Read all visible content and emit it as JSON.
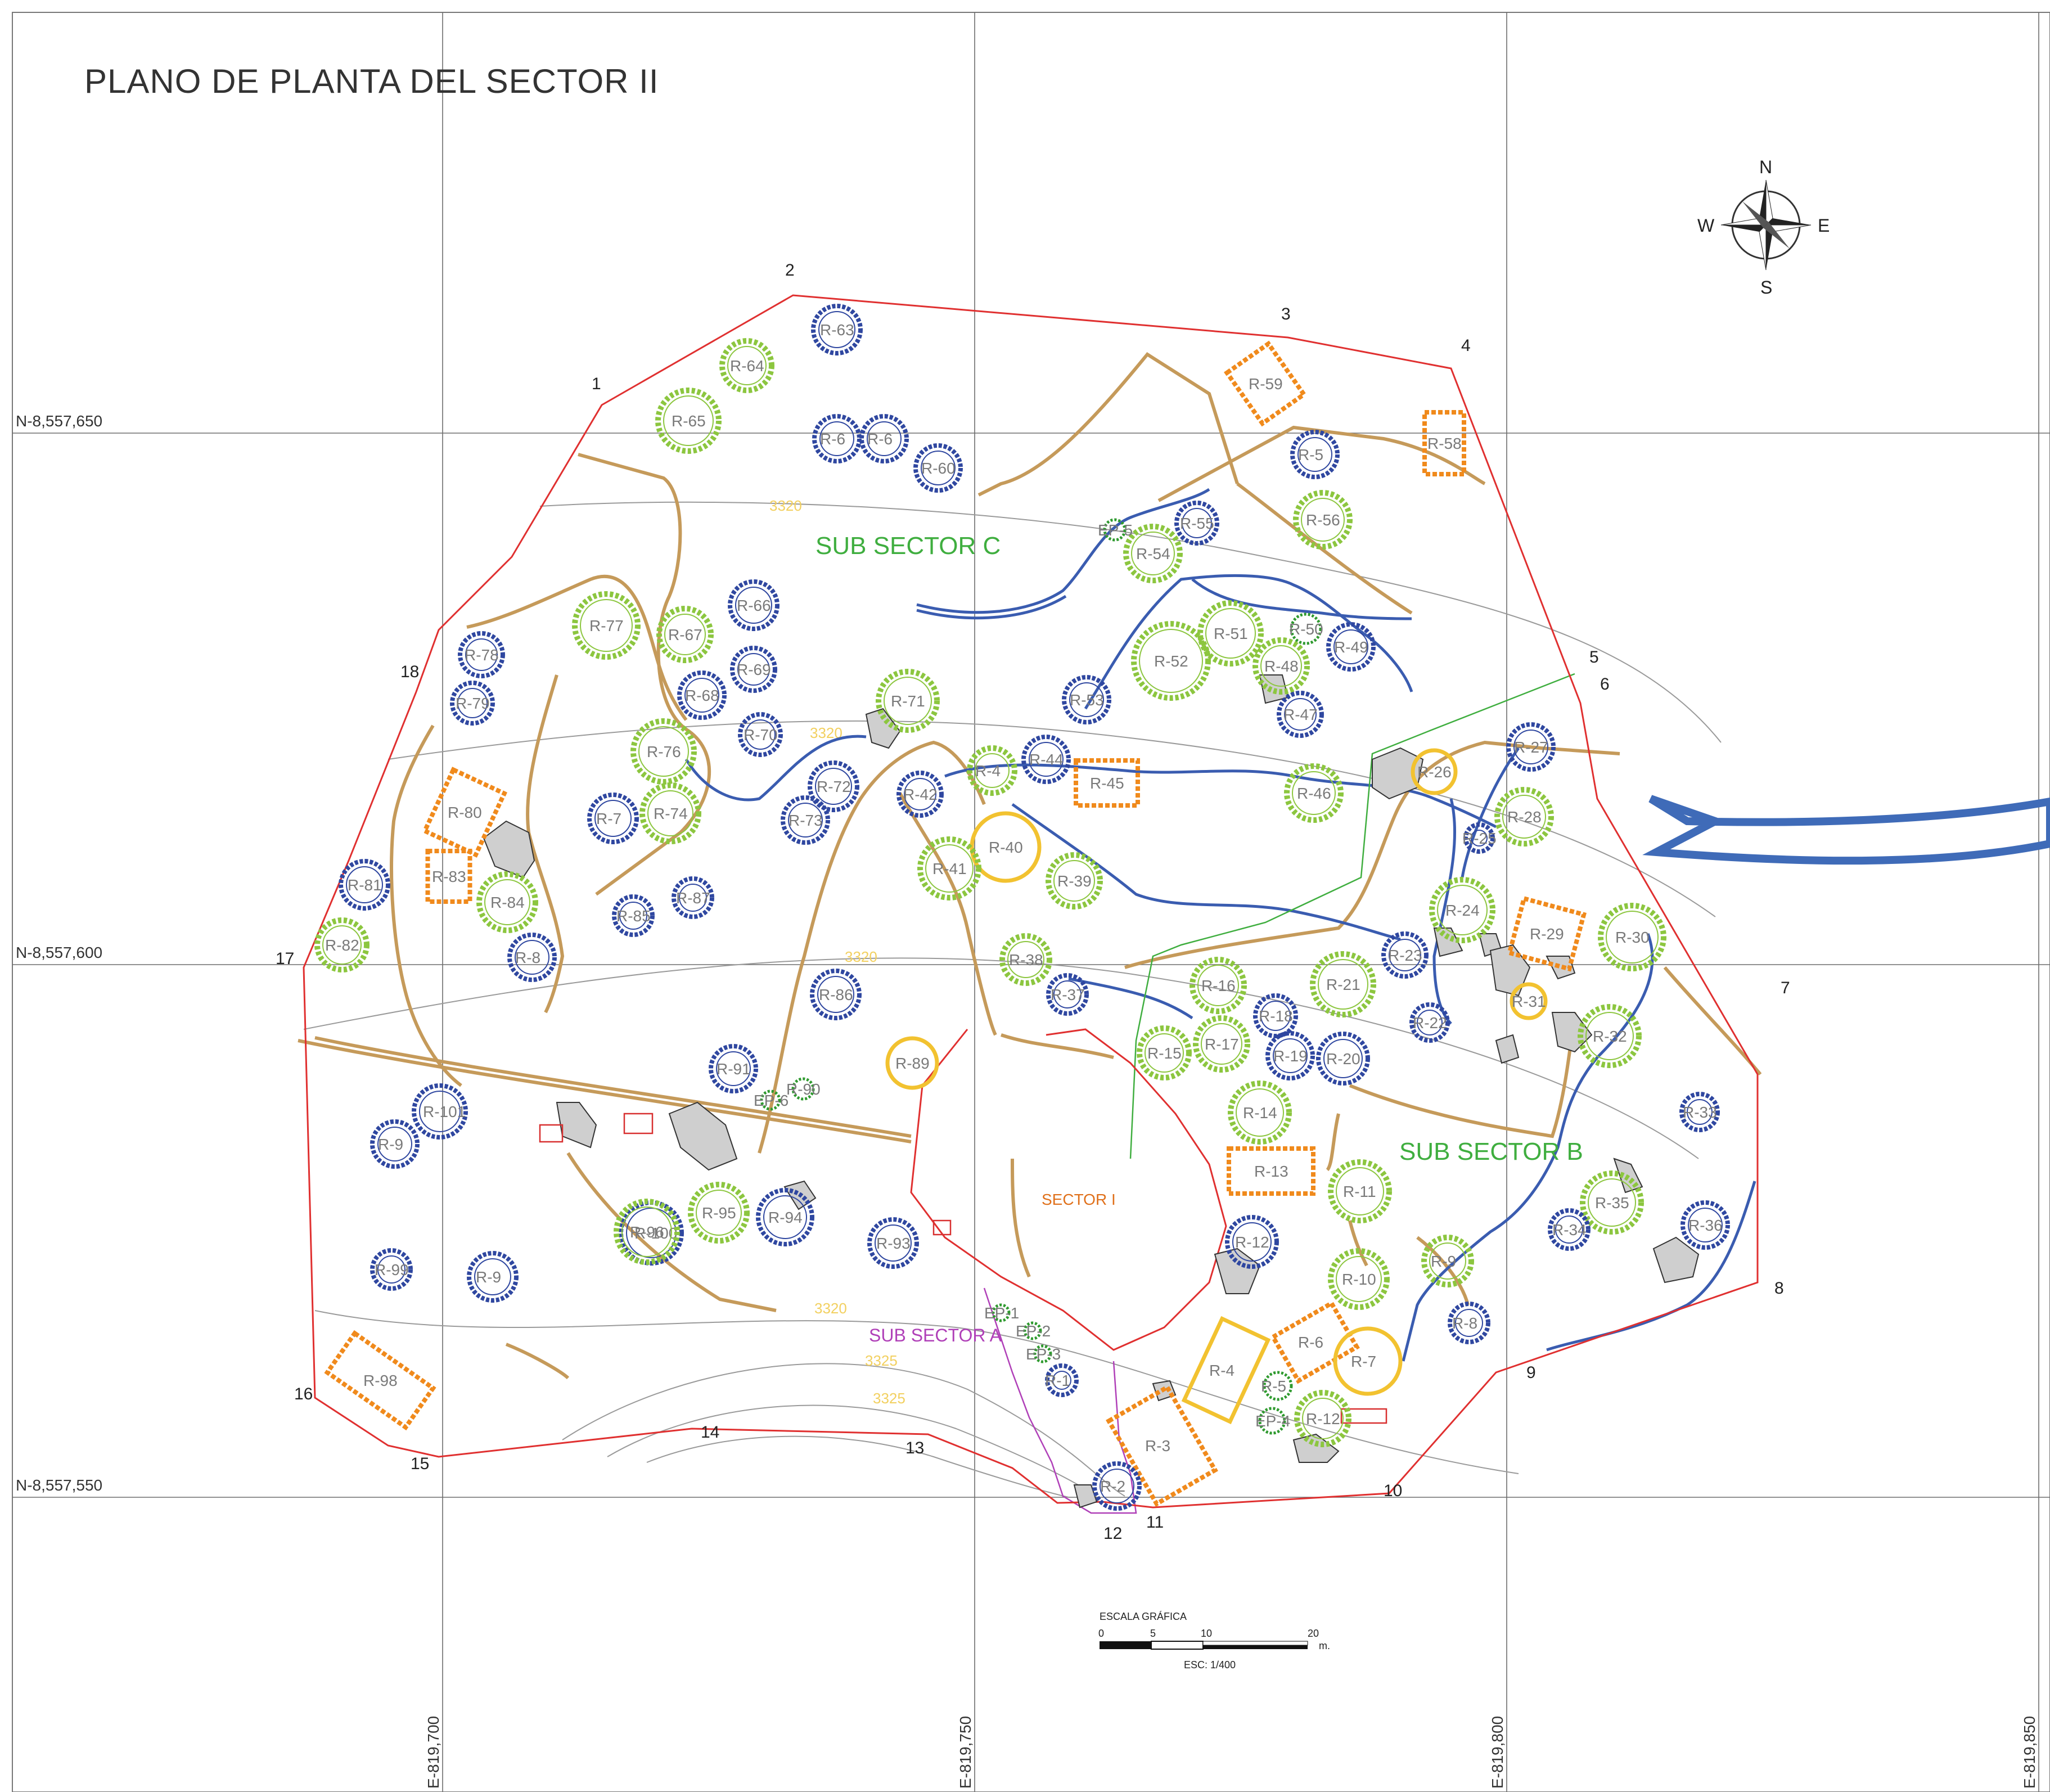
{
  "title": "PLANO DE PLANTA DEL SECTOR II",
  "colors": {
    "boundary": "#e03030",
    "recinto_green": "#8cc63f",
    "recinto_blue": "#2f47a0",
    "recinto_orange": "#f08a1c",
    "recinto_yellow": "#f2c230",
    "subsector_green": "#3fae3f",
    "subsector_magenta": "#b040b8",
    "sector_orange": "#e0701a",
    "canal": "#3a5cb0",
    "walls": "#c59a5a"
  },
  "grid_labels": {
    "north": [
      "N-8,557,650",
      "N-8,557,600",
      "N-8,557,550"
    ],
    "east": [
      "E-819,700",
      "E-819,750",
      "E-819,800",
      "E-819,850"
    ]
  },
  "compass": {
    "n": "N",
    "s": "S",
    "e": "E",
    "w": "W"
  },
  "vertices": [
    "1",
    "2",
    "3",
    "4",
    "5",
    "6",
    "7",
    "8",
    "9",
    "10",
    "11",
    "12",
    "13",
    "14",
    "15",
    "16",
    "17",
    "18"
  ],
  "zone_labels": {
    "sub_sector_c": "SUB  SECTOR  C",
    "sub_sector_b": "SUB  SECTOR  B",
    "sub_sector_a": "SUB  SECTOR  A",
    "sector_i": "SECTOR  I"
  },
  "contours": [
    "3320",
    "3320",
    "3320",
    "3320",
    "3325",
    "3325"
  ],
  "recintos": [
    {
      "label": "R-64",
      "kind": "green"
    },
    {
      "label": "R-65",
      "kind": "green"
    },
    {
      "label": "R-63",
      "kind": "blue"
    },
    {
      "label": "R-6",
      "kind": "blue"
    },
    {
      "label": "R-6",
      "kind": "blue"
    },
    {
      "label": "R-60",
      "kind": "blue"
    },
    {
      "label": "R-59",
      "kind": "orange-rect"
    },
    {
      "label": "R-58",
      "kind": "orange-rect"
    },
    {
      "label": "R-5",
      "kind": "blue"
    },
    {
      "label": "R-56",
      "kind": "green"
    },
    {
      "label": "R-55",
      "kind": "blue"
    },
    {
      "label": "R-54",
      "kind": "green"
    },
    {
      "label": "EP-5",
      "kind": "small-green"
    },
    {
      "label": "R-77",
      "kind": "green"
    },
    {
      "label": "R-67",
      "kind": "green"
    },
    {
      "label": "R-66",
      "kind": "blue"
    },
    {
      "label": "R-69",
      "kind": "blue"
    },
    {
      "label": "R-68",
      "kind": "blue"
    },
    {
      "label": "R-78",
      "kind": "blue"
    },
    {
      "label": "R-79",
      "kind": "blue"
    },
    {
      "label": "R-76",
      "kind": "green"
    },
    {
      "label": "R-70",
      "kind": "blue"
    },
    {
      "label": "R-71",
      "kind": "green"
    },
    {
      "label": "R-72",
      "kind": "blue"
    },
    {
      "label": "R-74",
      "kind": "green"
    },
    {
      "label": "R-73",
      "kind": "blue"
    },
    {
      "label": "R-7",
      "kind": "blue"
    },
    {
      "label": "R-80",
      "kind": "orange-rect"
    },
    {
      "label": "R-81",
      "kind": "blue"
    },
    {
      "label": "R-83",
      "kind": "orange-rect"
    },
    {
      "label": "R-84",
      "kind": "green"
    },
    {
      "label": "R-85",
      "kind": "blue"
    },
    {
      "label": "R-87",
      "kind": "blue"
    },
    {
      "label": "R-82",
      "kind": "green"
    },
    {
      "label": "R-8",
      "kind": "blue"
    },
    {
      "label": "R-51",
      "kind": "green"
    },
    {
      "label": "R-50",
      "kind": "small-green"
    },
    {
      "label": "R-49",
      "kind": "blue"
    },
    {
      "label": "R-52",
      "kind": "green"
    },
    {
      "label": "R-48",
      "kind": "green"
    },
    {
      "label": "R-53",
      "kind": "blue"
    },
    {
      "label": "R-47",
      "kind": "blue"
    },
    {
      "label": "R-45",
      "kind": "orange-rect"
    },
    {
      "label": "R-44",
      "kind": "blue"
    },
    {
      "label": "R-4",
      "kind": "green"
    },
    {
      "label": "R-42",
      "kind": "blue"
    },
    {
      "label": "R-46",
      "kind": "green"
    },
    {
      "label": "R-26",
      "kind": "yellow"
    },
    {
      "label": "R-27",
      "kind": "blue"
    },
    {
      "label": "R-28",
      "kind": "green"
    },
    {
      "label": "R-25",
      "kind": "blue"
    },
    {
      "label": "R-40",
      "kind": "yellow"
    },
    {
      "label": "R-41",
      "kind": "green"
    },
    {
      "label": "R-39",
      "kind": "green"
    },
    {
      "label": "R-24",
      "kind": "green"
    },
    {
      "label": "R-29",
      "kind": "orange-rect"
    },
    {
      "label": "R-30",
      "kind": "green"
    },
    {
      "label": "R-23",
      "kind": "blue"
    },
    {
      "label": "R-38",
      "kind": "green"
    },
    {
      "label": "R-37",
      "kind": "blue"
    },
    {
      "label": "R-16",
      "kind": "green"
    },
    {
      "label": "R-18",
      "kind": "blue"
    },
    {
      "label": "R-21",
      "kind": "green"
    },
    {
      "label": "R-22",
      "kind": "blue"
    },
    {
      "label": "R-31",
      "kind": "yellow"
    },
    {
      "label": "R-32",
      "kind": "green"
    },
    {
      "label": "R-86",
      "kind": "blue"
    },
    {
      "label": "R-91",
      "kind": "blue"
    },
    {
      "label": "R-90",
      "kind": "small-green"
    },
    {
      "label": "EP-6",
      "kind": "small-green"
    },
    {
      "label": "R-89",
      "kind": "yellow"
    },
    {
      "label": "R-15",
      "kind": "green"
    },
    {
      "label": "R-17",
      "kind": "green"
    },
    {
      "label": "R-19",
      "kind": "blue"
    },
    {
      "label": "R-20",
      "kind": "blue"
    },
    {
      "label": "R-101",
      "kind": "blue"
    },
    {
      "label": "R-9",
      "kind": "blue"
    },
    {
      "label": "R-100",
      "kind": "blue"
    },
    {
      "label": "R-14",
      "kind": "green"
    },
    {
      "label": "R-13",
      "kind": "orange-rect"
    },
    {
      "label": "R-33",
      "kind": "blue"
    },
    {
      "label": "R-11",
      "kind": "green"
    },
    {
      "label": "R-35",
      "kind": "green"
    },
    {
      "label": "R-36",
      "kind": "blue"
    },
    {
      "label": "R-96",
      "kind": "green"
    },
    {
      "label": "R-95",
      "kind": "green"
    },
    {
      "label": "R-94",
      "kind": "blue"
    },
    {
      "label": "R-93",
      "kind": "blue"
    },
    {
      "label": "R-12",
      "kind": "blue"
    },
    {
      "label": "R-34",
      "kind": "blue"
    },
    {
      "label": "R-99",
      "kind": "blue"
    },
    {
      "label": "R-9",
      "kind": "blue"
    },
    {
      "label": "R-10",
      "kind": "green"
    },
    {
      "label": "R-9",
      "kind": "green"
    },
    {
      "label": "R-8",
      "kind": "blue"
    },
    {
      "label": "EP-1",
      "kind": "small-green"
    },
    {
      "label": "EP-2",
      "kind": "small-green"
    },
    {
      "label": "EP-3",
      "kind": "small-green"
    },
    {
      "label": "R-1",
      "kind": "blue"
    },
    {
      "label": "R-4",
      "kind": "yellow-rect"
    },
    {
      "label": "R-5",
      "kind": "small-green"
    },
    {
      "label": "R-6",
      "kind": "orange-rect"
    },
    {
      "label": "R-7",
      "kind": "yellow"
    },
    {
      "label": "R-12",
      "kind": "green"
    },
    {
      "label": "EP-4",
      "kind": "small-green"
    },
    {
      "label": "R-98",
      "kind": "orange-rect"
    },
    {
      "label": "R-3",
      "kind": "orange-rect"
    },
    {
      "label": "R-2",
      "kind": "blue"
    }
  ],
  "scale": {
    "title": "ESCALA GRÁFICA",
    "ticks": [
      "0",
      "5",
      "10",
      "20"
    ],
    "unit": "m.",
    "ratio": "ESC: 1/400"
  }
}
